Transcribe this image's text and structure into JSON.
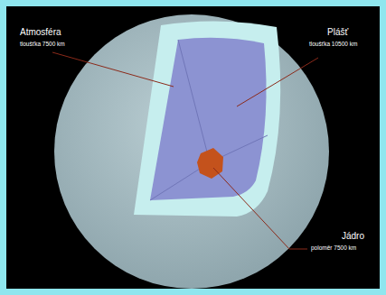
{
  "diagram": {
    "labels": [
      "Atmosféra",
      "tloušťka 7500 km",
      "Plášť",
      "tloušťka 10500 km",
      "Jádro",
      "poloměr 7500 km"
    ]
  }
}
